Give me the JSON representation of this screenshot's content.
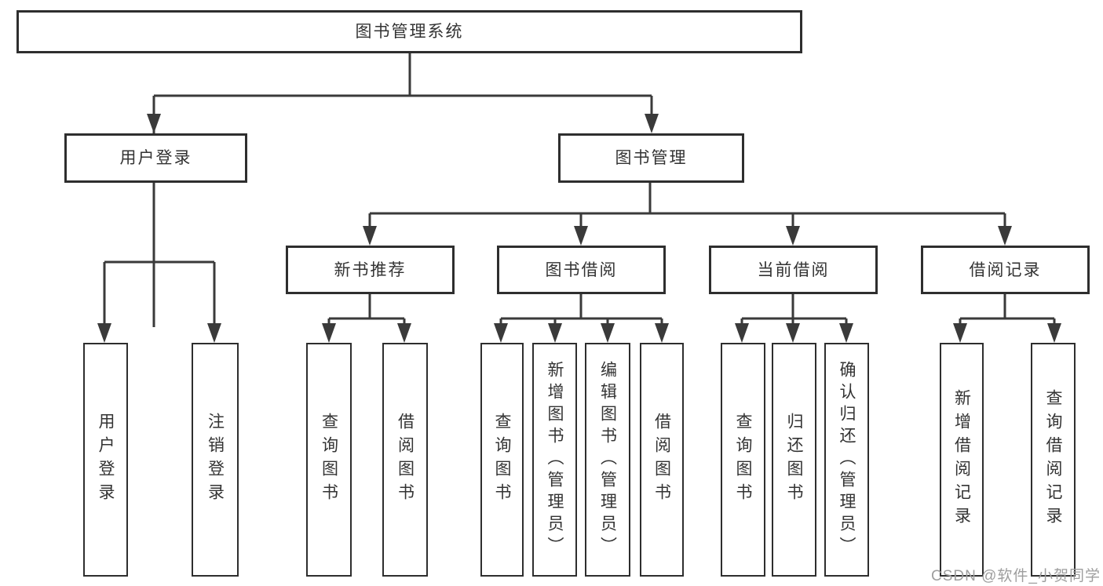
{
  "diagram": {
    "type": "tree",
    "nodes": {
      "root": "图书管理系统",
      "user_login": "用户登录",
      "book_mgmt": "图书管理",
      "new_book_rec": "新书推荐",
      "book_borrow": "图书借阅",
      "current_borrow": "当前借阅",
      "borrow_records": "借阅记录"
    },
    "leaves": {
      "user_login": [
        "用户登录",
        "注销登录"
      ],
      "new_book_rec": [
        "查询图书",
        "借阅图书"
      ],
      "book_borrow": [
        "查询图书",
        "新增图书（管理员）",
        "编辑图书（管理员）",
        "借阅图书"
      ],
      "current_borrow": [
        "查询图书",
        "归还图书",
        "确认归还（管理员）"
      ],
      "borrow_records": [
        "新增借阅记录",
        "查询借阅记录"
      ]
    },
    "watermark": "CSDN @软件_小贺同学",
    "colors": {
      "line": "#3a3a3a",
      "text": "#333333",
      "box_background": "#ffffff",
      "watermark": "#9e9e9e",
      "page_background": "#ffffff"
    }
  }
}
